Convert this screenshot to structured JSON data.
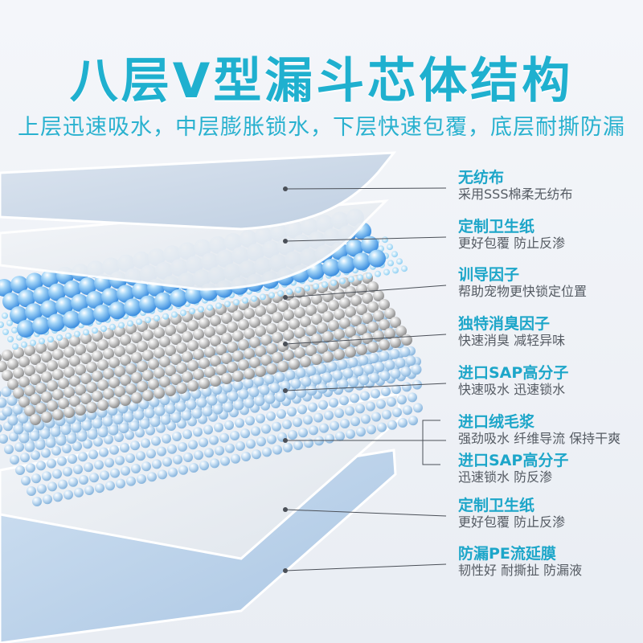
{
  "title": "八层V型漏斗芯体结构",
  "subtitle": "上层迅速吸水，中层膨胀锁水，下层快速包覆，底层耐撕防漏",
  "colors": {
    "accent": "#1fb0cf",
    "text_secondary": "#555b63"
  },
  "layers": [
    {
      "name": "无纺布",
      "desc": "采用SSS棉柔无纺布"
    },
    {
      "name": "定制卫生纸",
      "desc": "更好包覆 防止反渗"
    },
    {
      "name": "训导因子",
      "desc": "帮助宠物更快锁定位置"
    },
    {
      "name": "独特消臭因子",
      "desc": "快速消臭 减轻异味"
    },
    {
      "name": "进口SAP高分子",
      "desc": "快速吸水 迅速锁水"
    },
    {
      "name": "进口绒毛浆",
      "desc": "强劲吸水 纤维导流 保持干爽"
    },
    {
      "name": "进口SAP高分子",
      "desc": "迅速锁水 防反渗"
    },
    {
      "name": "定制卫生纸",
      "desc": "更好包覆 防止反渗"
    },
    {
      "name": "防漏PE流延膜",
      "desc": "韧性好 耐撕扯 防漏液"
    }
  ]
}
